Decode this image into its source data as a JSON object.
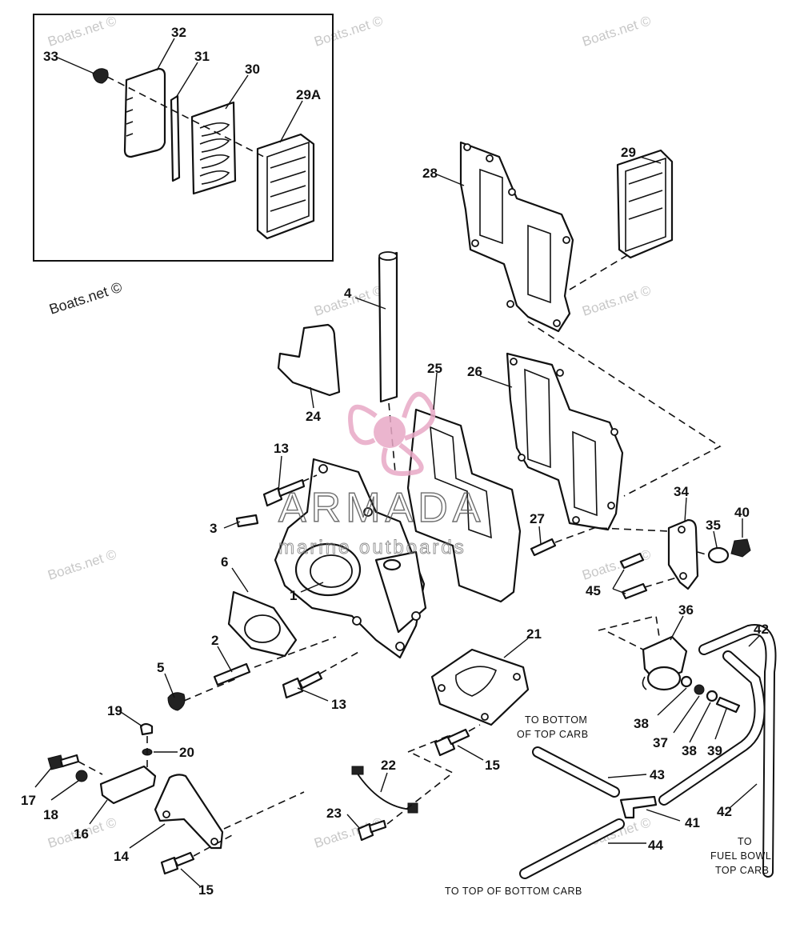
{
  "watermark": {
    "text": "Boats.net ©",
    "logo_text": "ARMADA",
    "logo_sub": "marine outboards",
    "logo_color": "#e8a9c6"
  },
  "callouts": {
    "c1": "1",
    "c2": "2",
    "c3": "3",
    "c4": "4",
    "c5": "5",
    "c6": "6",
    "c13a": "13",
    "c13b": "13",
    "c14": "14",
    "c15a": "15",
    "c15b": "15",
    "c16": "16",
    "c17": "17",
    "c18": "18",
    "c19": "19",
    "c20": "20",
    "c21": "21",
    "c22": "22",
    "c23": "23",
    "c24": "24",
    "c25": "25",
    "c26": "26",
    "c27": "27",
    "c28": "28",
    "c29": "29",
    "c29a": "29A",
    "c30": "30",
    "c31": "31",
    "c32": "32",
    "c33": "33",
    "c34": "34",
    "c35": "35",
    "c36": "36",
    "c37": "37",
    "c38a": "38",
    "c38b": "38",
    "c39": "39",
    "c40": "40",
    "c41": "41",
    "c42a": "42",
    "c42b": "42",
    "c43": "43",
    "c44": "44",
    "c45": "45"
  },
  "notes": {
    "to_bottom_line1": "TO BOTTOM",
    "to_bottom_line2": "OF TOP CARB",
    "to_fuel_line1": "TO",
    "to_fuel_line2": "FUEL BOWL",
    "to_fuel_line3": "TOP CARB",
    "to_top_bottom": "TO TOP OF BOTTOM CARB"
  }
}
